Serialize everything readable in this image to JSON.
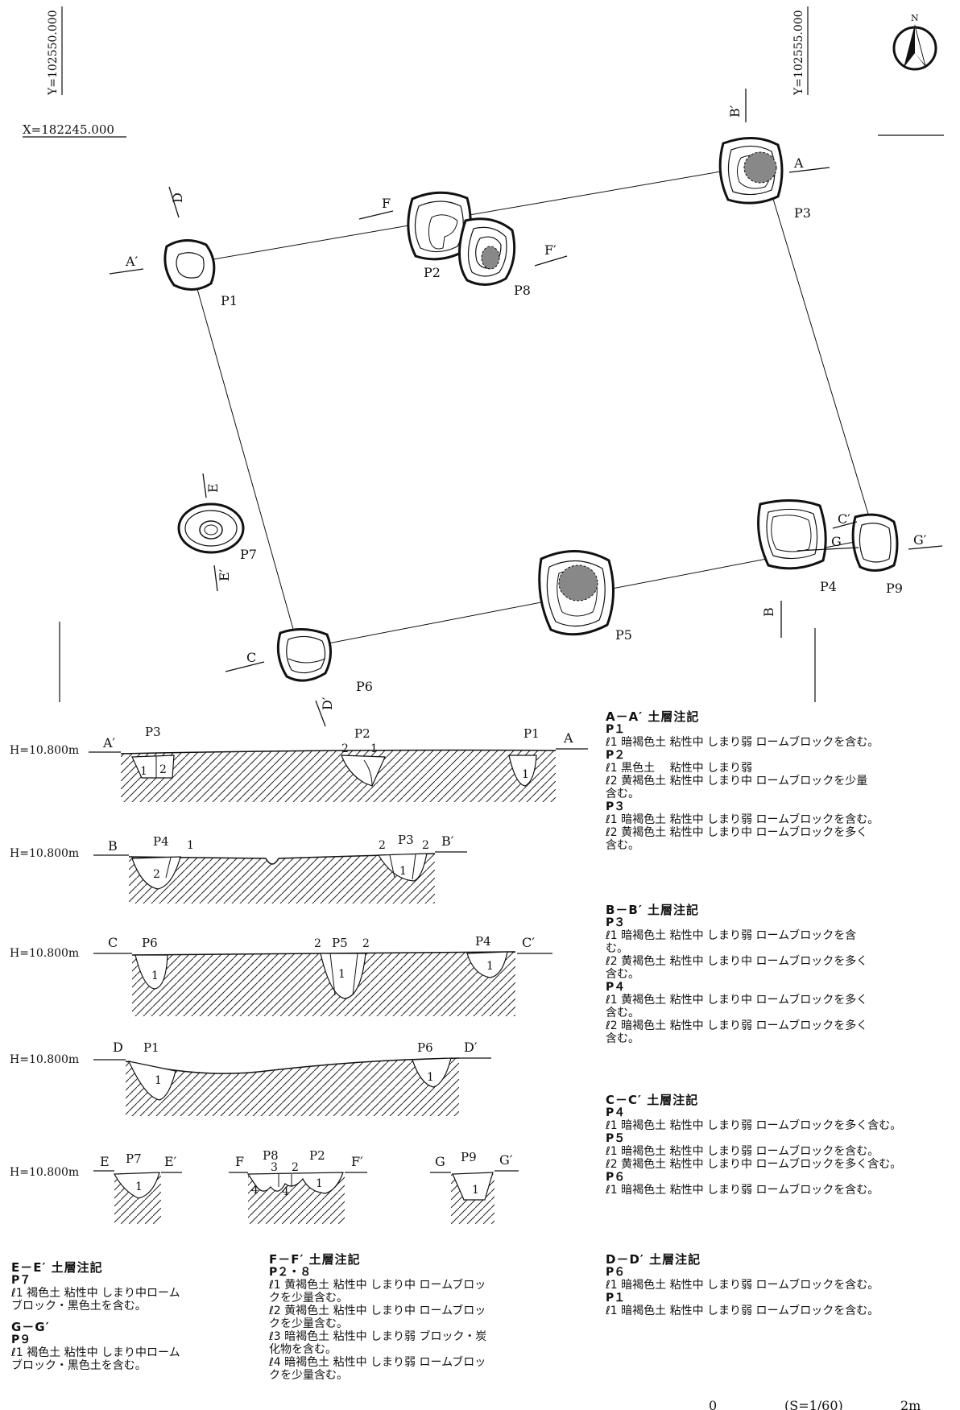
{
  "coords": {
    "y_left": "Y=102550.000",
    "y_right": "Y=102555.000",
    "x_top": "X=182245.000"
  },
  "north": "N",
  "pits": {
    "p1": "P1",
    "p2": "P2",
    "p3": "P3",
    "p4": "P4",
    "p5": "P5",
    "p6": "P6",
    "p7": "P7",
    "p8": "P8",
    "p9": "P9"
  },
  "plan_section_marks": {
    "a": "A",
    "a_prime": "A′",
    "b": "B",
    "b_prime": "B′",
    "c": "C",
    "c_prime": "C′",
    "d": "D",
    "d_prime": "D′",
    "e": "E",
    "e_prime": "E′",
    "f": "F",
    "f_prime": "F′",
    "g": "G",
    "g_prime": "G′"
  },
  "sections": [
    {
      "h": "H=10.800m",
      "left_mark": "A′",
      "right_mark": "A",
      "pit_labels": [
        "P3",
        "P2",
        "P1"
      ],
      "layer_nums": [
        "1",
        "2",
        "2",
        "1",
        "1"
      ]
    },
    {
      "h": "H=10.800m",
      "left_mark": "B",
      "right_mark": "B′",
      "pit_labels": [
        "P4",
        "P3"
      ],
      "layer_nums": [
        "1",
        "2",
        "2",
        "2",
        "1"
      ]
    },
    {
      "h": "H=10.800m",
      "left_mark": "C",
      "right_mark": "C′",
      "pit_labels": [
        "P6",
        "P5",
        "P4"
      ],
      "layer_nums": [
        "1",
        "2",
        "2",
        "1",
        "1"
      ]
    },
    {
      "h": "H=10.800m",
      "left_mark": "D",
      "right_mark": "D′",
      "pit_labels": [
        "P1",
        "P6"
      ],
      "layer_nums": [
        "1",
        "1"
      ]
    },
    {
      "h": "H=10.800m"
    }
  ],
  "small_sections": {
    "e": {
      "left": "E",
      "right": "E′",
      "pit": "P7",
      "nums": [
        "1"
      ]
    },
    "f": {
      "left": "F",
      "right": "F′",
      "pits": [
        "P8",
        "P2"
      ],
      "nums": [
        "3",
        "2",
        "4",
        "4",
        "1"
      ]
    },
    "g": {
      "left": "G",
      "right": "G′",
      "pit": "P9",
      "nums": [
        "1"
      ]
    }
  },
  "notes": {
    "aa": {
      "title": "A－A′ 土層注記",
      "groups": [
        {
          "pit": "P１",
          "lines": [
            "ℓ1 暗褐色土 粘性中 しまり弱 ロームブロックを含む。"
          ]
        },
        {
          "pit": "P２",
          "lines": [
            "ℓ1 黒色土　 粘性中 しまり弱",
            "ℓ2 黄褐色土 粘性中 しまり中 ロームブロックを少量",
            "含む。"
          ]
        },
        {
          "pit": "P３",
          "lines": [
            "ℓ1 暗褐色土 粘性中 しまり弱 ロームブロックを含む。",
            "ℓ2 黄褐色土 粘性中 しまり中 ロームブロックを多く",
            "含む。"
          ]
        }
      ]
    },
    "bb": {
      "title": "B－B′ 土層注記",
      "groups": [
        {
          "pit": "P３",
          "lines": [
            "ℓ1 暗褐色土 粘性中 しまり弱 ロームブロックを含",
            "む。",
            "ℓ2 黄褐色土 粘性中 しまり中 ロームブロックを多く",
            "含む。"
          ]
        },
        {
          "pit": "P４",
          "lines": [
            "ℓ1 黄褐色土 粘性中 しまり中 ロームブロックを多く",
            "含む。",
            "ℓ2 暗褐色土 粘性中 しまり弱 ロームブロックを多く",
            "含む。"
          ]
        }
      ]
    },
    "cc": {
      "title": "C－C′ 土層注記",
      "groups": [
        {
          "pit": "P４",
          "lines": [
            "ℓ1 暗褐色土 粘性中 しまり弱 ロームブロックを多く含む。"
          ]
        },
        {
          "pit": "P５",
          "lines": [
            "ℓ1 暗褐色土 粘性中 しまり弱 ロームブロックを含む。",
            "ℓ2 黄褐色土 粘性中 しまり中 ロームブロックを多く含む。"
          ]
        },
        {
          "pit": "P６",
          "lines": [
            "ℓ1 暗褐色土 粘性中 しまり弱 ロームブロックを含む。"
          ]
        }
      ]
    },
    "ee": {
      "title": "E－E′ 土層注記",
      "groups": [
        {
          "pit": "P７",
          "lines": [
            "ℓ1 褐色土 粘性中 しまり中ローム",
            "ブロック・黒色土を含む。"
          ]
        }
      ]
    },
    "gg": {
      "title": "G－G′",
      "groups": [
        {
          "pit": "P９",
          "lines": [
            "ℓ1 褐色土 粘性中 しまり中ローム",
            "ブロック・黒色土を含む。"
          ]
        }
      ]
    },
    "ff": {
      "title": "F－F′ 土層注記",
      "groups": [
        {
          "pit": "P２・８",
          "lines": [
            "ℓ1 黄褐色土 粘性中 しまり中 ロームブロッ",
            "クを少量含む。",
            "ℓ2 黄褐色土 粘性中 しまり中 ロームブロッ",
            "クを少量含む。",
            "ℓ3 暗褐色土 粘性中 しまり弱 ブロック・炭",
            "化物を含む。",
            "ℓ4 暗褐色土 粘性中 しまり弱 ロームブロッ",
            "クを少量含む。"
          ]
        }
      ]
    },
    "dd": {
      "title": "D－D′ 土層注記",
      "groups": [
        {
          "pit": "P６",
          "lines": [
            "ℓ1 暗褐色土 粘性中 しまり弱 ロームブロックを含む。"
          ]
        },
        {
          "pit": "P１",
          "lines": [
            "ℓ1 暗褐色土 粘性中 しまり弱 ロームブロックを含む。"
          ]
        }
      ]
    }
  },
  "scale": {
    "zero": "0",
    "ratio": "(S=1/60)",
    "max": "2m"
  }
}
